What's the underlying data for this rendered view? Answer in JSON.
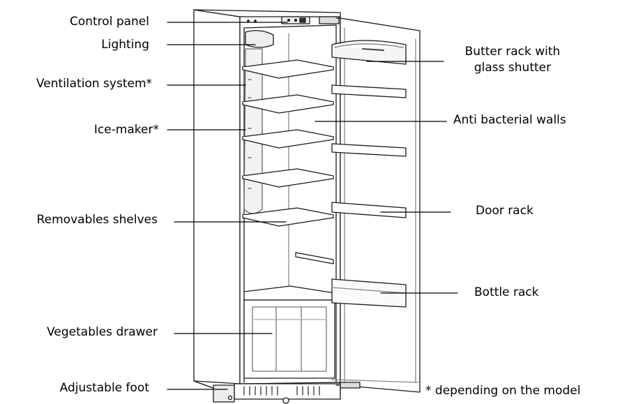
{
  "labels_left": [
    {
      "id": "control-panel",
      "text": "Control panel"
    },
    {
      "id": "lighting",
      "text": "Lighting"
    },
    {
      "id": "ventilation-system",
      "text": "Ventilation system*"
    },
    {
      "id": "ice-maker",
      "text": "Ice-maker*"
    },
    {
      "id": "removable-shelves",
      "text": "Removables shelves"
    },
    {
      "id": "vegetables-drawer",
      "text": "Vegetables drawer"
    },
    {
      "id": "adjustable-foot",
      "text": "Adjustable foot"
    }
  ],
  "labels_right": [
    {
      "id": "butter-rack",
      "line1": "Butter rack with",
      "line2": "glass shutter"
    },
    {
      "id": "anti-bacterial-walls",
      "text": "Anti bacterial walls"
    },
    {
      "id": "door-rack",
      "text": "Door rack"
    },
    {
      "id": "bottle-rack",
      "text": "Bottle rack"
    }
  ],
  "footnote": "* depending on the model"
}
